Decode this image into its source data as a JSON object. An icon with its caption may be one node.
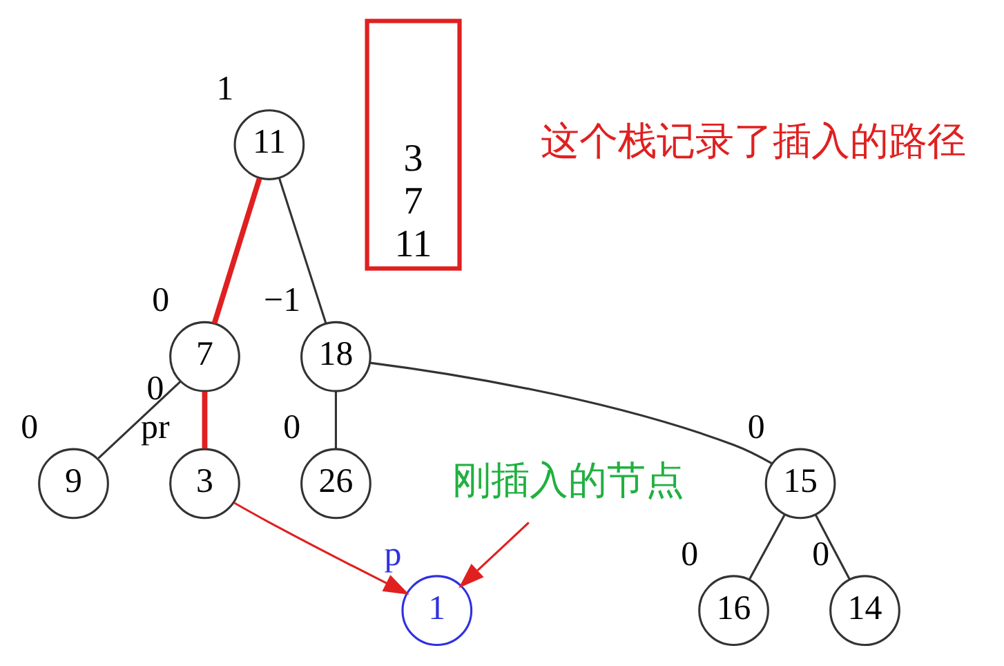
{
  "diagram": {
    "nodes": [
      {
        "text": [
          "11"
        ],
        "beside": [
          "1"
        ]
      },
      {
        "text": [
          "7"
        ],
        "beside": [
          "0"
        ]
      },
      {
        "text": [
          "18"
        ],
        "beside": [
          "−1"
        ]
      },
      {
        "text": [
          "3"
        ],
        "beside": [
          "0",
          "pr"
        ]
      },
      {
        "text": [
          "9"
        ],
        "beside": [
          "0"
        ]
      },
      {
        "text": [
          "15"
        ],
        "beside": [
          "0"
        ]
      },
      {
        "text": [
          "26"
        ],
        "beside": [
          "0"
        ]
      },
      {
        "text": [
          "1"
        ],
        "beside": [
          "p"
        ]
      },
      {
        "text": [
          "14"
        ],
        "beside": [
          "0"
        ]
      },
      {
        "text": [
          "16"
        ],
        "beside": [
          "0"
        ]
      },
      {
        "text": [
          "刚插入的节点"
        ]
      },
      {
        "text": [
          "3",
          "7",
          "11"
        ]
      }
    ],
    "edges": [
      {
        "from": 0,
        "to": 1,
        "arrow": "none",
        "style": "thick",
        "color": "#e02020"
      },
      {
        "from": 0,
        "to": 2,
        "arrow": "none"
      },
      {
        "from": 1,
        "to": 3,
        "arrow": "none",
        "style": "thick",
        "color": "#e02020"
      },
      {
        "from": 1,
        "to": 4,
        "arrow": "none"
      },
      {
        "from": 2,
        "to": 5,
        "arrow": "none"
      },
      {
        "from": 2,
        "to": 6,
        "arrow": "none"
      },
      {
        "from": 3,
        "to": 7,
        "arrow": "to",
        "color": "#e02020"
      },
      {
        "from": 5,
        "to": 8,
        "arrow": "none"
      },
      {
        "from": 5,
        "to": 9,
        "arrow": "none"
      },
      {
        "from": 10,
        "to": 7,
        "arrow": "to",
        "color": "#e02020"
      }
    ],
    "labels": [
      "这个栈记录了插入的路径"
    ]
  }
}
